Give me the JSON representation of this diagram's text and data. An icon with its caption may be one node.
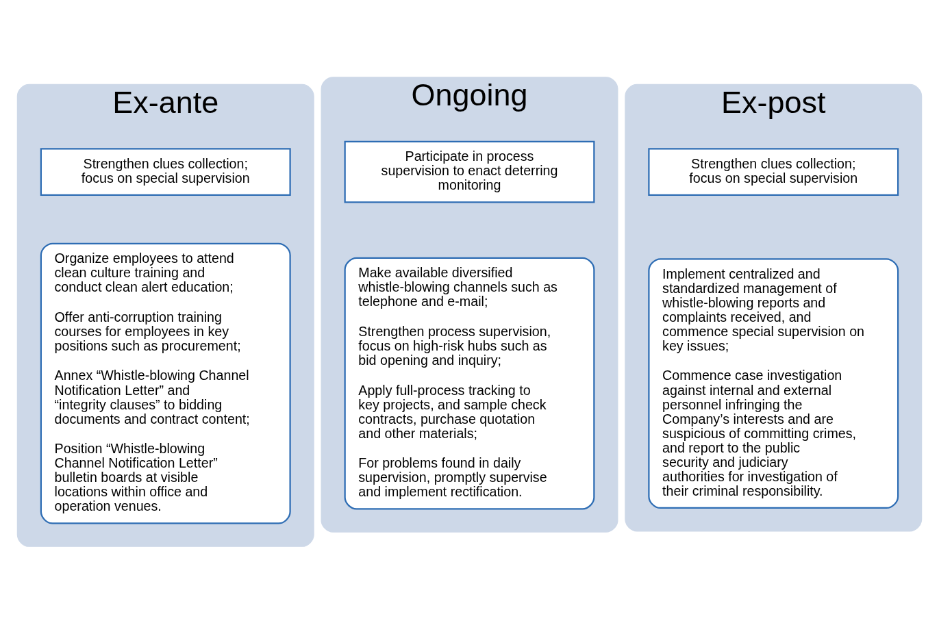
{
  "diagram": {
    "nodes": [
      {
        "text": [
          "Ex-ante"
        ]
      },
      {
        "text": [
          "Strengthen clues collection; focus on special supervision"
        ],
        "in": 0
      },
      {
        "text": [
          "Organize employees to attend clean culture training and conduct clean alert education;",
          "Offer anti-corruption training courses for employees in key positions such as procurement;",
          "Annex “Whistle-blowing Channel Notification Letter” and “integrity clauses” to bidding documents and contract content;",
          "Position “Whistle-blowing Channel Notification Letter” bulletin boards at visible locations within office and operation venues."
        ],
        "in": 0
      },
      {
        "text": [
          "Ongoing"
        ]
      },
      {
        "text": [
          "Participate in process supervision to enact deterring monitoring"
        ],
        "in": 3
      },
      {
        "text": [
          "Make available diversified whistle-blowing channels such as telephone and e-mail;",
          "Strengthen process supervision, focus on high-risk hubs such as bid opening and inquiry;",
          "Apply full-process tracking to key projects, and sample check contracts, purchase quotation and other materials;",
          "For problems found in daily supervision, promptly supervise and implement rectification."
        ],
        "in": 3
      },
      {
        "text": [
          "Ex-post"
        ]
      },
      {
        "text": [
          "Strengthen clues collection; focus on special supervision"
        ],
        "in": 6
      },
      {
        "text": [
          "Implement centralized and standardized management of whistle-blowing reports and complaints received, and commence special supervision on key issues;",
          "Commence case investigation against internal and external personnel infringing the Company’s interests and are suspicious of committing crimes, and report to the public security and judiciary authorities for investigation of their criminal responsibility."
        ],
        "in": 6
      }
    ],
    "edges": []
  }
}
